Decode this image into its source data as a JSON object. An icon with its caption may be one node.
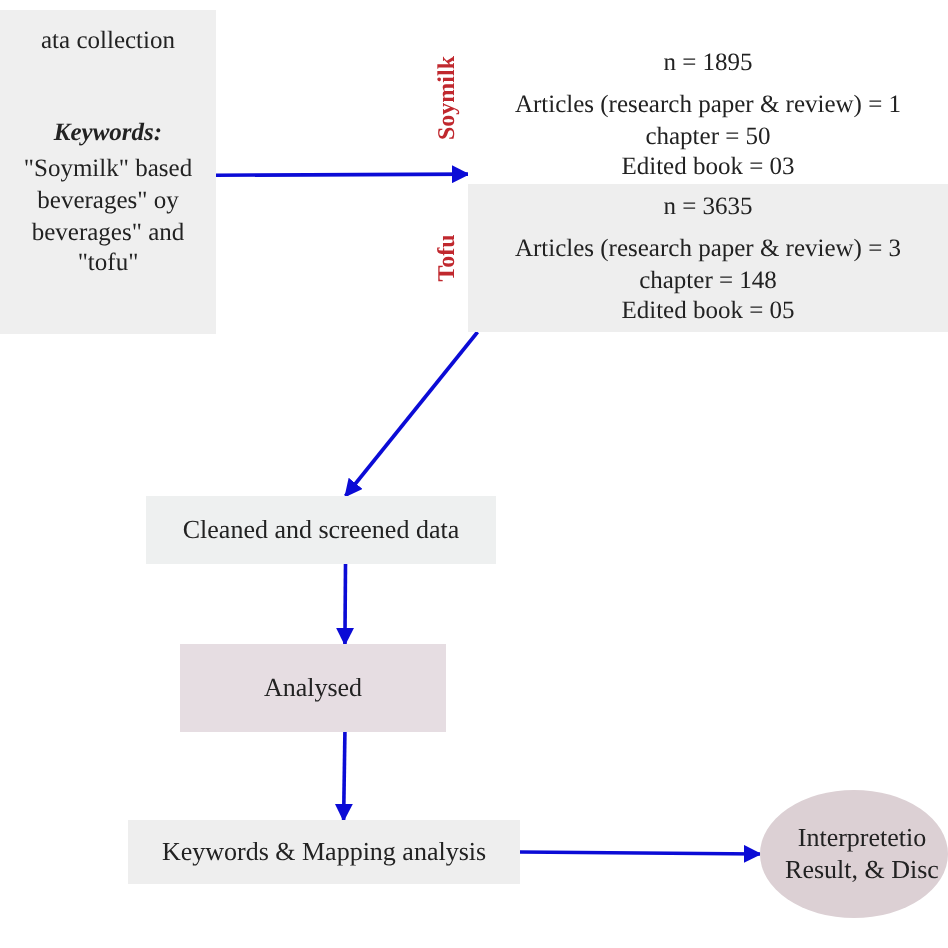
{
  "diagram": {
    "nodes": [
      {
        "text": [
          "ata collection",
          "Keywords:",
          "\"Soymilk\" based beverages\" oy beverages\" and \"tofu\""
        ]
      },
      {
        "text": [
          "n = 1895",
          "Articles (research paper & review) = 1",
          "chapter = 50",
          "Edited book = 03"
        ],
        "beside": [
          "Soymilk"
        ]
      },
      {
        "text": [
          "n = 3635",
          "Articles (research paper & review) = 3",
          "chapter = 148",
          "Edited book = 05"
        ],
        "beside": [
          "Tofu"
        ]
      },
      {
        "text": [
          "Cleaned and screened data"
        ]
      },
      {
        "text": [
          "Analysed"
        ]
      },
      {
        "text": [
          "Keywords & Mapping analysis"
        ]
      },
      {
        "text": [
          "Interpretetio",
          "Result, & Disc"
        ]
      }
    ],
    "edges": [
      {
        "from": 0,
        "to": 1,
        "arrow": "to"
      },
      {
        "from": 2,
        "to": 3,
        "arrow": "to"
      },
      {
        "from": 3,
        "to": 4,
        "arrow": "to"
      },
      {
        "from": 4,
        "to": 5,
        "arrow": "to"
      },
      {
        "from": 5,
        "to": 6,
        "arrow": "to"
      }
    ]
  }
}
